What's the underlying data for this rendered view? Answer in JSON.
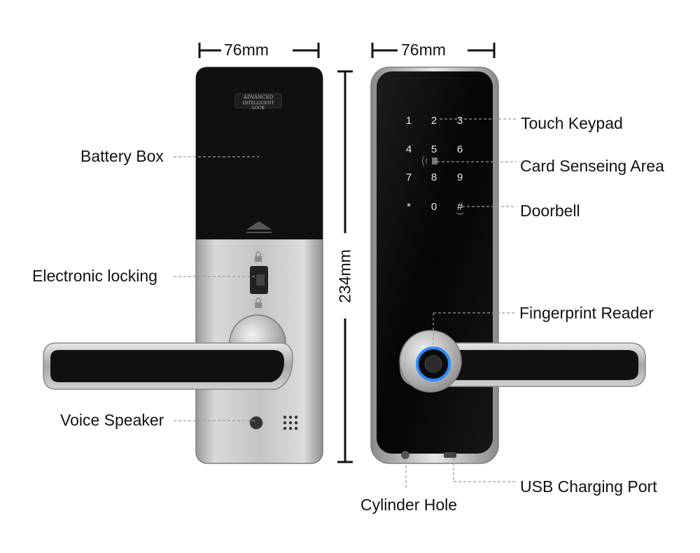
{
  "dimensions": {
    "left_width": "76mm",
    "right_width": "76mm",
    "height": "234mm"
  },
  "left_view": {
    "engraving_line1": "ADVANCED",
    "engraving_line2": "INTELLIGENT LOCK",
    "callouts": {
      "battery_box": "Battery Box",
      "electronic_locking": "Electronic locking",
      "voice_speaker": "Voice Speaker"
    }
  },
  "right_view": {
    "keypad_keys": [
      "1",
      "2",
      "3",
      "4",
      "5",
      "6",
      "7",
      "8",
      "9",
      "*",
      "0",
      "#"
    ],
    "callouts": {
      "touch_keypad": "Touch Keypad",
      "card_sensing_area": "Card Senseing Area",
      "doorbell": "Doorbell",
      "fingerprint_reader": "Fingerprint Reader",
      "usb_charging_port": "USB Charging Port",
      "cylinder_hole": "Cylinder Hole"
    }
  },
  "colors": {
    "panel_black": "#111111",
    "steel": "#c8c8c8",
    "fingerprint_ring": "#2a8cff"
  }
}
